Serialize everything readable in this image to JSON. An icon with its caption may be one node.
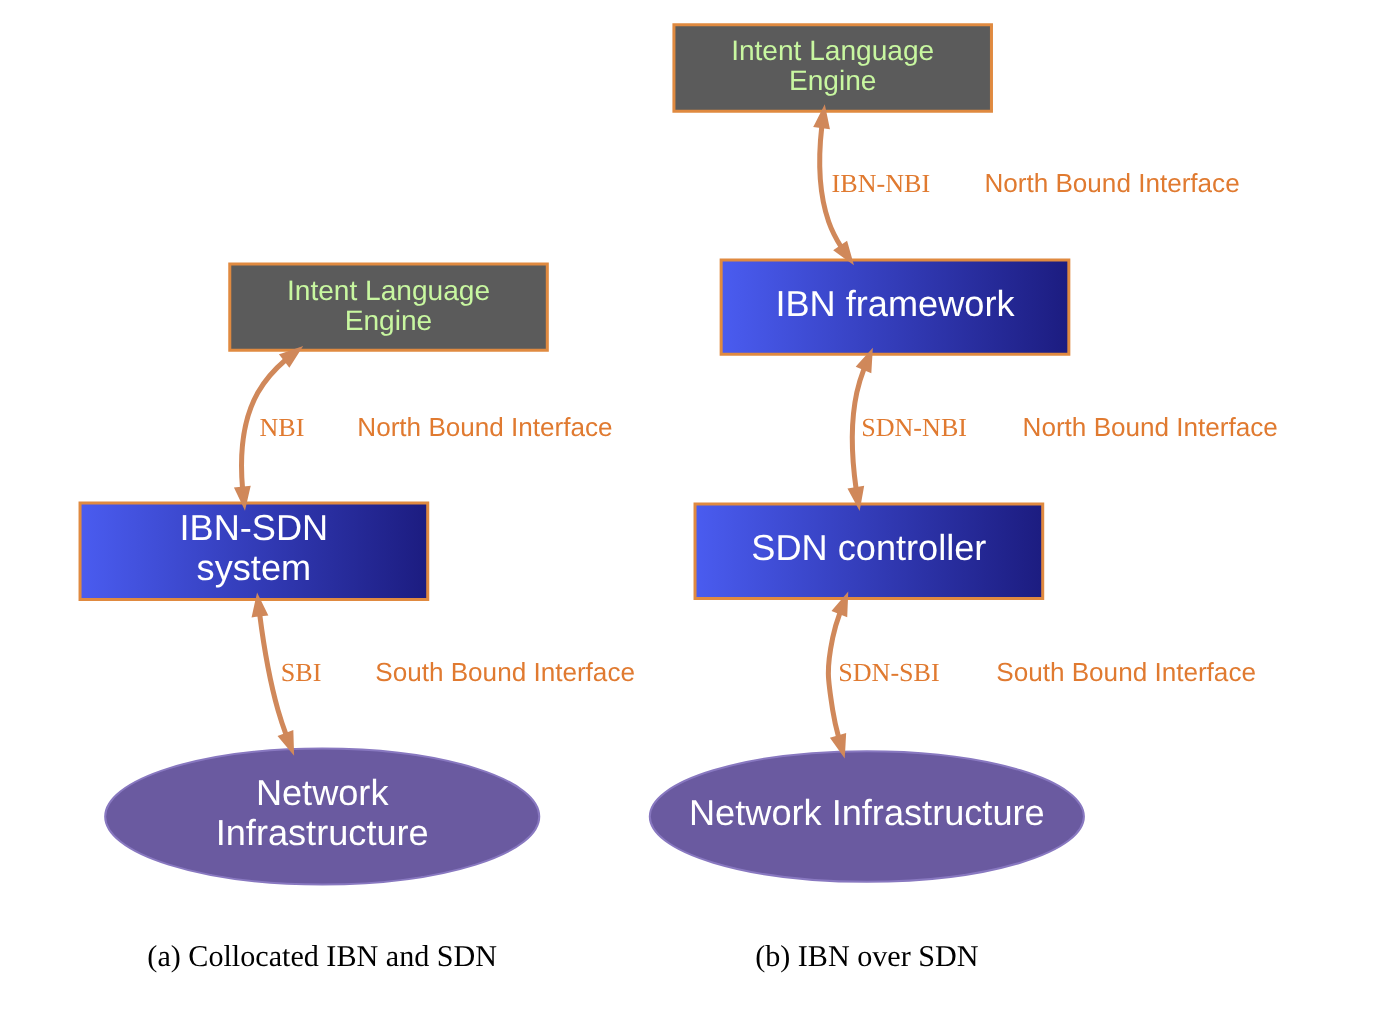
{
  "diagram": {
    "nodes": [
      {
        "text": [
          "Intent Language Engine"
        ]
      },
      {
        "text": [
          "IBN-SDN system"
        ]
      },
      {
        "text": [
          "Network Infrastructure"
        ]
      },
      {
        "text": [
          "Intent Language Engine"
        ]
      },
      {
        "text": [
          "IBN framework"
        ]
      },
      {
        "text": [
          "SDN controller"
        ]
      },
      {
        "text": [
          "Network Infrastructure"
        ]
      }
    ],
    "edges": [
      {
        "from": 0,
        "to": 1,
        "arrow": "both",
        "label": "NBI"
      },
      {
        "from": 1,
        "to": 2,
        "arrow": "both",
        "label": "SBI"
      },
      {
        "from": 3,
        "to": 4,
        "arrow": "both",
        "label": "IBN-NBI"
      },
      {
        "from": 4,
        "to": 5,
        "arrow": "both",
        "label": "SDN-NBI"
      },
      {
        "from": 5,
        "to": 6,
        "arrow": "both",
        "label": "SDN-SBI"
      }
    ],
    "labels": [
      "North Bound Interface",
      "South Bound Interface",
      "North Bound Interface",
      "North Bound Interface",
      "South Bound Interface",
      "(a) Collocated IBN and SDN",
      "(b) IBN over SDN"
    ]
  }
}
